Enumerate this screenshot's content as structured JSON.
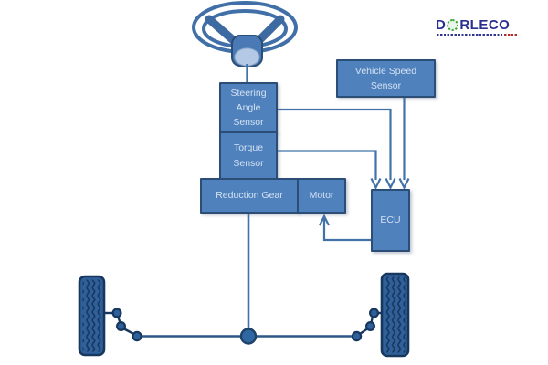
{
  "logo": {
    "brand_first": "D",
    "brand_rest": "RLECO",
    "icon": "gear-icon",
    "navy": "#2b2f90",
    "green": "#3aa33a",
    "tagline_red": "#b03030"
  },
  "blocks": {
    "steering_angle_sensor": "Steering\nAngle\nSensor",
    "torque_sensor": "Torque\nSensor",
    "reduction_gear": "Reduction Gear",
    "motor": "Motor",
    "vehicle_speed_sensor": "Vehicle Speed\nSensor",
    "ecu": "ECU"
  },
  "symbols": {
    "steering_wheel": "steering-wheel-icon",
    "left_wheel": "tire-icon",
    "right_wheel": "tire-icon",
    "rack_junction": "pinion-joint",
    "tie_rod_joints": "ball-joint"
  },
  "connections": [
    {
      "from": "Steering Wheel",
      "to": "Steering Angle Sensor",
      "type": "shaft"
    },
    {
      "from": "Steering Angle Sensor",
      "to": "ECU",
      "type": "signal-arrow"
    },
    {
      "from": "Torque Sensor",
      "to": "ECU",
      "type": "signal-arrow"
    },
    {
      "from": "Vehicle Speed Sensor",
      "to": "ECU",
      "type": "signal-arrow"
    },
    {
      "from": "ECU",
      "to": "Motor",
      "type": "control-arrow"
    },
    {
      "from": "Reduction Gear",
      "to": "Steering Rack",
      "type": "shaft"
    },
    {
      "from": "Steering Rack",
      "to": "Left Wheel",
      "type": "tie-rod"
    },
    {
      "from": "Steering Rack",
      "to": "Right Wheel",
      "type": "tie-rod"
    }
  ],
  "colors": {
    "background": "#ffffff",
    "box_fill": "#4f81bd",
    "box_border": "#2c4d75",
    "box_text": "#d3e1f2",
    "connector_line": "#4273a8",
    "wheel_fill": "#30609a",
    "wheel_tread_dark": "#17375e",
    "hub_highlight": "#b3c9e5",
    "junction_fill": "#2f67a3"
  }
}
